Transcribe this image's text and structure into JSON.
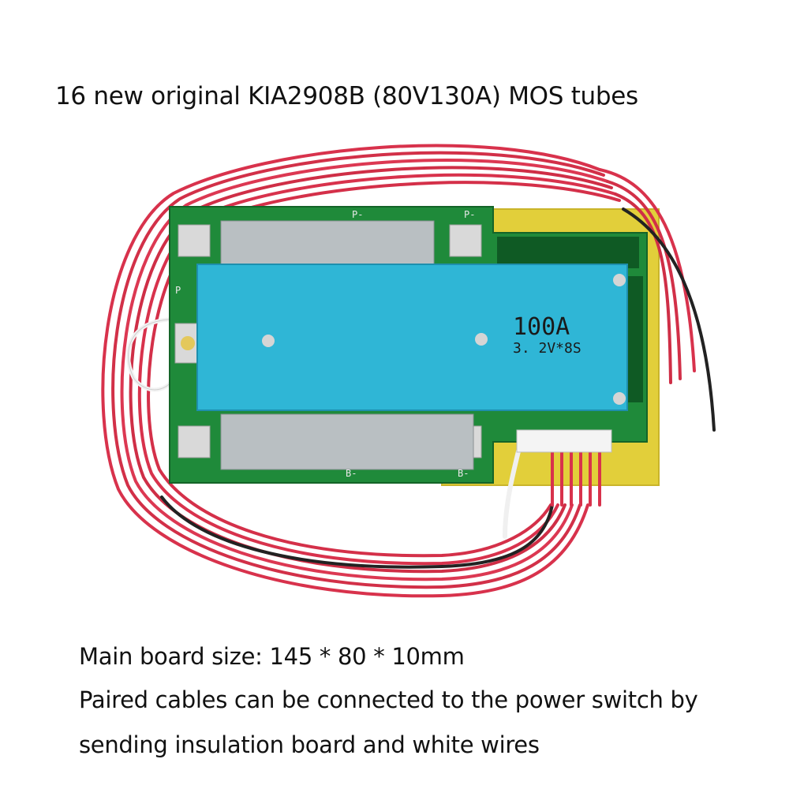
{
  "headline": "16 new original KIA2908B (80V130A) MOS tubes",
  "board": {
    "rating": "100A",
    "config": "3. 2V*8S",
    "pad_labels": {
      "p_minus_top": "P-",
      "p_minus_right": "P-",
      "b_minus_bottom": "B-",
      "b_minus_right": "B-",
      "p_left": "P"
    }
  },
  "captions": {
    "size": "Main board size: 145 * 80 * 10mm",
    "cables_line1": "Paired cables can be connected to the power switch by",
    "cables_line2": "sending insulation board and white wires"
  },
  "colors": {
    "pcb": "#1f8a3a",
    "insulation_board": "#e7d23a",
    "label_sticker": "#2fb6d6",
    "wire_red": "#d8324c",
    "wire_black": "#222222"
  }
}
